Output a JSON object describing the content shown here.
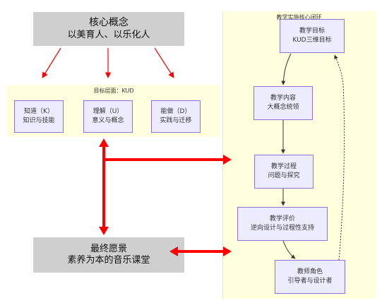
{
  "core": {
    "line1": "核心概念",
    "line2": "以美育人、以乐化人"
  },
  "vision": {
    "line1": "最终愿景",
    "line2": "素养为本的音乐课堂"
  },
  "goal_cluster": {
    "title": "目标层面：KUD",
    "nodes": [
      {
        "line1": "知道（K）",
        "line2": "知识与技能"
      },
      {
        "line1": "理解（U）",
        "line2": "意义与概念"
      },
      {
        "line1": "能做（D）",
        "line2": "实践与迁移"
      }
    ]
  },
  "loop_cluster": {
    "title": "教学实施核心闭环",
    "nodes": [
      {
        "line1": "教学目标",
        "line2": "KUD三维目标"
      },
      {
        "line1": "教学内容",
        "line2": "大概念统领"
      },
      {
        "line1": "教学过程",
        "line2": "问题与探究"
      },
      {
        "line1": "教学评价",
        "line2": "逆向设计与过程性支持"
      },
      {
        "line1": "教师角色",
        "line2": "引导者与设计者"
      }
    ]
  },
  "colors": {
    "arrow_red": "#ff0000",
    "node_fill": "#ececff",
    "node_border": "#9370db",
    "cluster_fill": "#ffffde",
    "grey_box": "#cfcfcf"
  }
}
